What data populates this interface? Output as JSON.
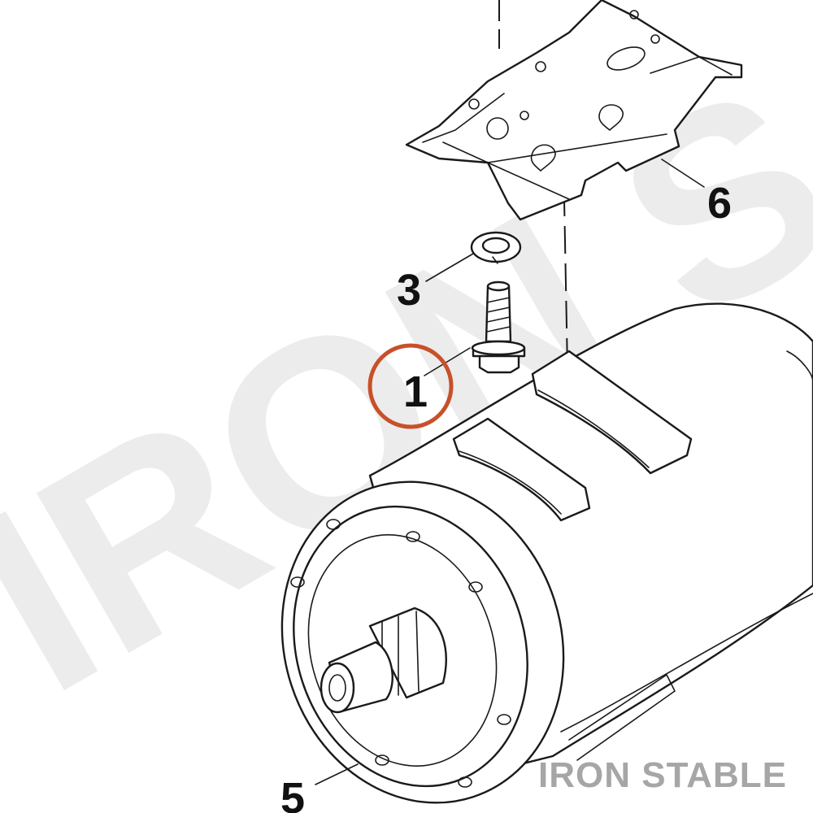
{
  "watermark": {
    "text": "IRON S"
  },
  "brand": {
    "text": "IRON STABLE"
  },
  "callouts": {
    "part_1": "1",
    "part_3": "3",
    "part_5": "5",
    "part_6": "6"
  },
  "highlight_color": "#c8502a"
}
